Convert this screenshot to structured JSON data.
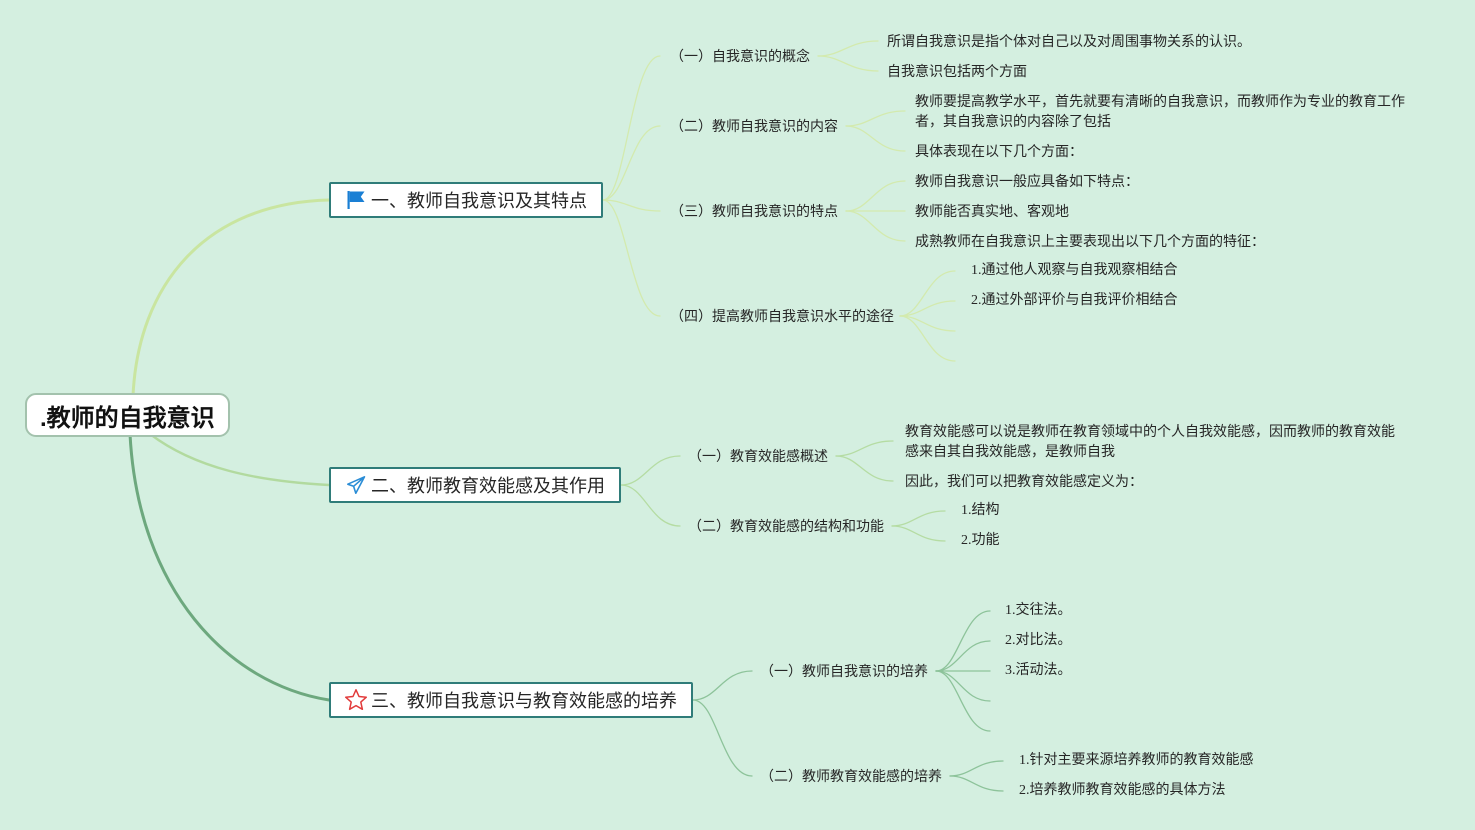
{
  "root": {
    "label": ".教师的自我意识"
  },
  "branches": [
    {
      "label": "一、教师自我意识及其特点",
      "icon": "flag-icon",
      "children": [
        {
          "label": "（一）自我意识的概念",
          "children": [
            {
              "label": "所谓自我意识是指个体对自己以及对周围事物关系的认识。"
            },
            {
              "label": "自我意识包括两个方面"
            }
          ]
        },
        {
          "label": "（二）教师自我意识的内容",
          "children": [
            {
              "label": "教师要提高教学水平，首先就要有清晰的自我意识，而教师作为专业的教育工作者，其自我意识的内容除了包括"
            },
            {
              "label": "具体表现在以下几个方面："
            }
          ]
        },
        {
          "label": "（三）教师自我意识的特点",
          "children": [
            {
              "label": "教师自我意识一般应具备如下特点："
            },
            {
              "label": "教师能否真实地、客观地"
            },
            {
              "label": "成熟教师在自我意识上主要表现出以下几个方面的特征："
            }
          ]
        },
        {
          "label": "（四）提高教师自我意识水平的途径",
          "children": [
            {
              "label": "1.通过他人观察与自我观察相结合"
            },
            {
              "label": "2.通过外部评价与自我评价相结合"
            }
          ]
        }
      ]
    },
    {
      "label": "二、教师教育效能感及其作用",
      "icon": "paper-plane-icon",
      "children": [
        {
          "label": "（一）教育效能感概述",
          "children": [
            {
              "label": "教育效能感可以说是教师在教育领域中的个人自我效能感，因而教师的教育效能感来自其自我效能感，是教师自我"
            },
            {
              "label": "因此，我们可以把教育效能感定义为："
            }
          ]
        },
        {
          "label": "（二）教育效能感的结构和功能",
          "children": [
            {
              "label": "1.结构"
            },
            {
              "label": "2.功能"
            }
          ]
        }
      ]
    },
    {
      "label": "三、教师自我意识与教育效能感的培养",
      "icon": "star-icon",
      "children": [
        {
          "label": "（一）教师自我意识的培养",
          "children": [
            {
              "label": "1.交往法。"
            },
            {
              "label": "2.对比法。"
            },
            {
              "label": "3.活动法。"
            }
          ]
        },
        {
          "label": "（二）教师教育效能感的培养",
          "children": [
            {
              "label": "1.针对主要来源培养教师的教育效能感"
            },
            {
              "label": "2.培养教师教育效能感的具体方法"
            }
          ]
        }
      ]
    }
  ],
  "colors": {
    "background": "#d4efe0",
    "root_border": "#a3c2ad",
    "branch_border": "#2f7c79",
    "branch1_link": "#c9e5a0",
    "branch2_link": "#b2da9f",
    "branch3_link": "#6da87e",
    "branch1_sublink": "#d3eaae",
    "branch2_sublink": "#b5dca3",
    "branch3_sublink": "#8dc39a",
    "flag": "#1a7fd4",
    "paper_plane": "#2b8dd6",
    "star": "#e23b3b",
    "text": "#262626"
  }
}
